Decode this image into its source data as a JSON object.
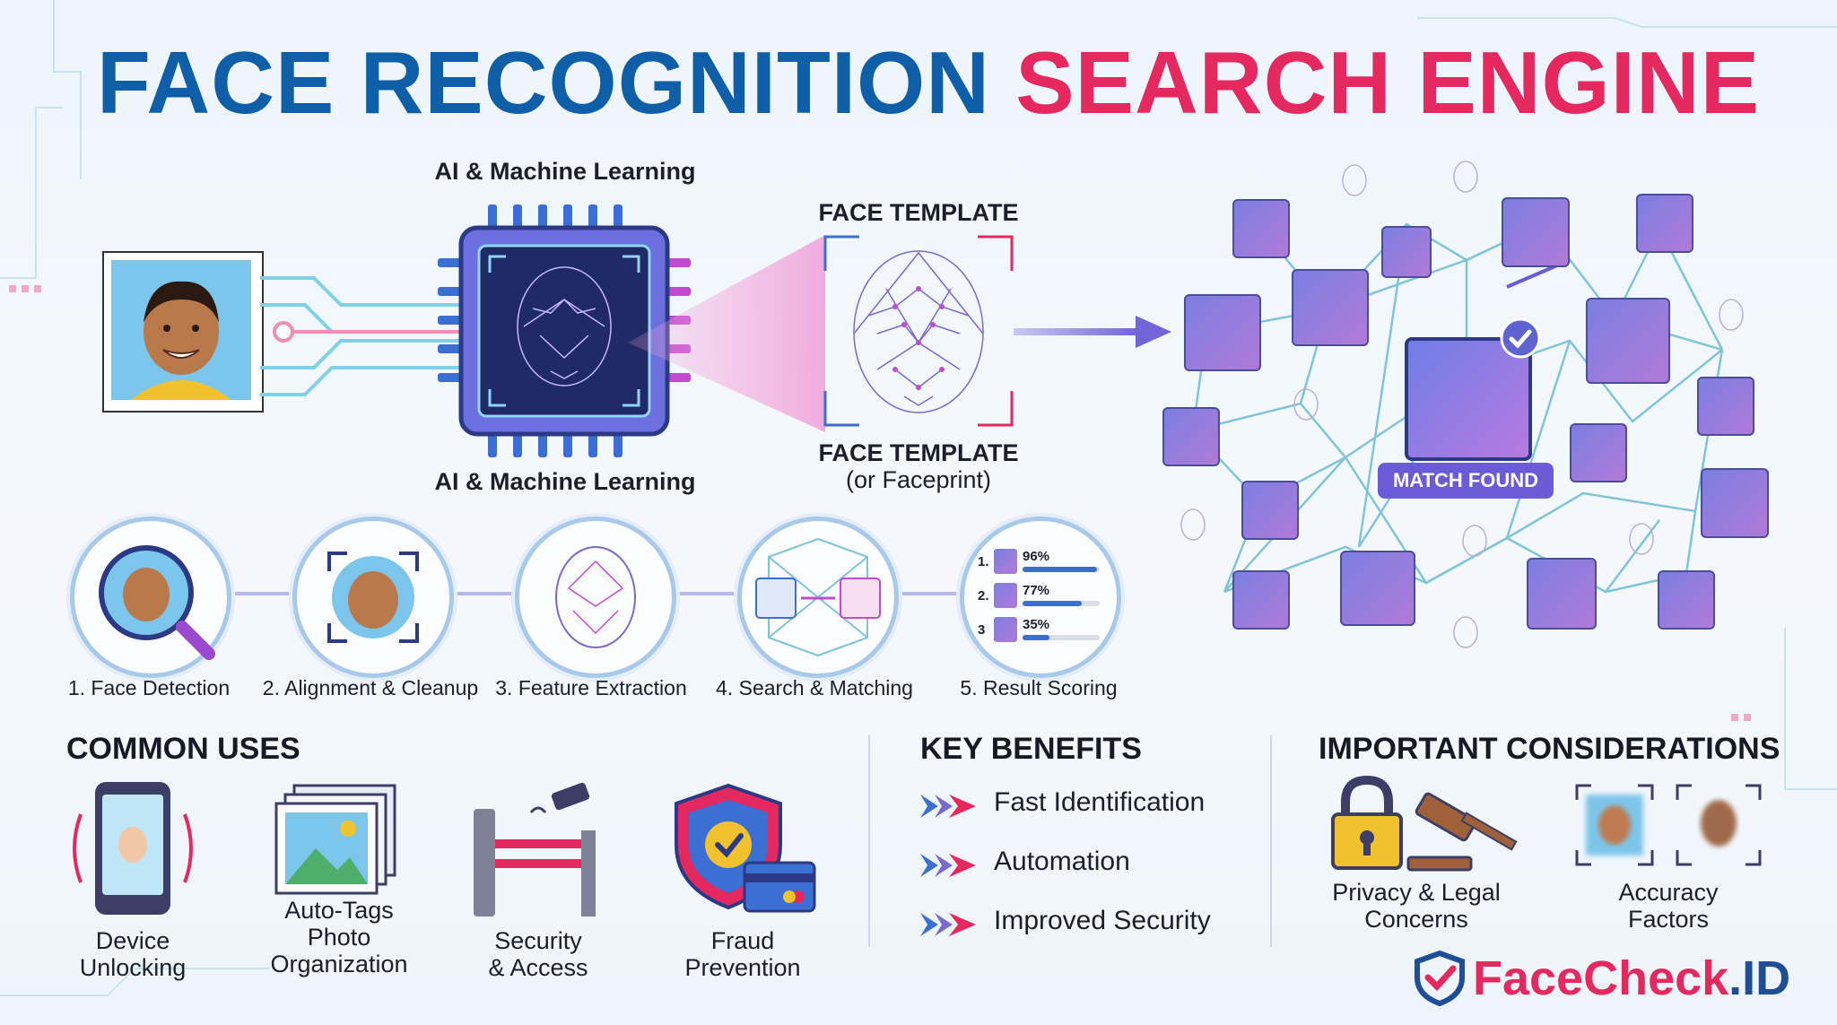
{
  "title": {
    "part1": "FACE RECOGNITION",
    "part2": "SEARCH ENGINE"
  },
  "pipeline": {
    "ai_label_top": "AI & Machine Learning",
    "ai_label_bottom": "AI & Machine Learning",
    "template_label_top": "FACE TEMPLATE",
    "template_label_bottom": "FACE TEMPLATE",
    "template_sublabel": "(or Faceprint)",
    "match_label": "MATCH FOUND"
  },
  "steps": [
    {
      "label": "1. Face Detection"
    },
    {
      "label": "2. Alignment & Cleanup"
    },
    {
      "label": "3. Feature Extraction"
    },
    {
      "label": "4. Search & Matching"
    },
    {
      "label": "5. Result Scoring"
    }
  ],
  "scores": [
    {
      "rank": "1.",
      "value": "96%",
      "fraction": 0.96
    },
    {
      "rank": "2.",
      "value": "77%",
      "fraction": 0.77
    },
    {
      "rank": "3",
      "value": "35%",
      "fraction": 0.35
    }
  ],
  "common_uses": {
    "heading": "COMMON USES",
    "items": [
      {
        "line1": "Device",
        "line2": "Unlocking"
      },
      {
        "line1": "Auto-Tags",
        "line2": "Photo",
        "line3": "Organization"
      },
      {
        "line1": "Security",
        "line2": "& Access"
      },
      {
        "line1": "Fraud",
        "line2": "Prevention"
      }
    ]
  },
  "key_benefits": {
    "heading": "KEY BENEFITS",
    "items": [
      "Fast Identification",
      "Automation",
      "Improved Security"
    ]
  },
  "considerations": {
    "heading": "IMPORTANT CONSIDERATIONS",
    "items": [
      {
        "line1": "Privacy & Legal",
        "line2": "Concerns"
      },
      {
        "line1": "Accuracy",
        "line2": "Factors"
      }
    ]
  },
  "logo": {
    "part1": "FaceCheck",
    "part2": ".ID"
  },
  "colors": {
    "title_blue": "#0f5fa8",
    "title_pink": "#e5285e",
    "accent_purple": "#6b5bd6",
    "network_line": "#7fc4d8"
  }
}
